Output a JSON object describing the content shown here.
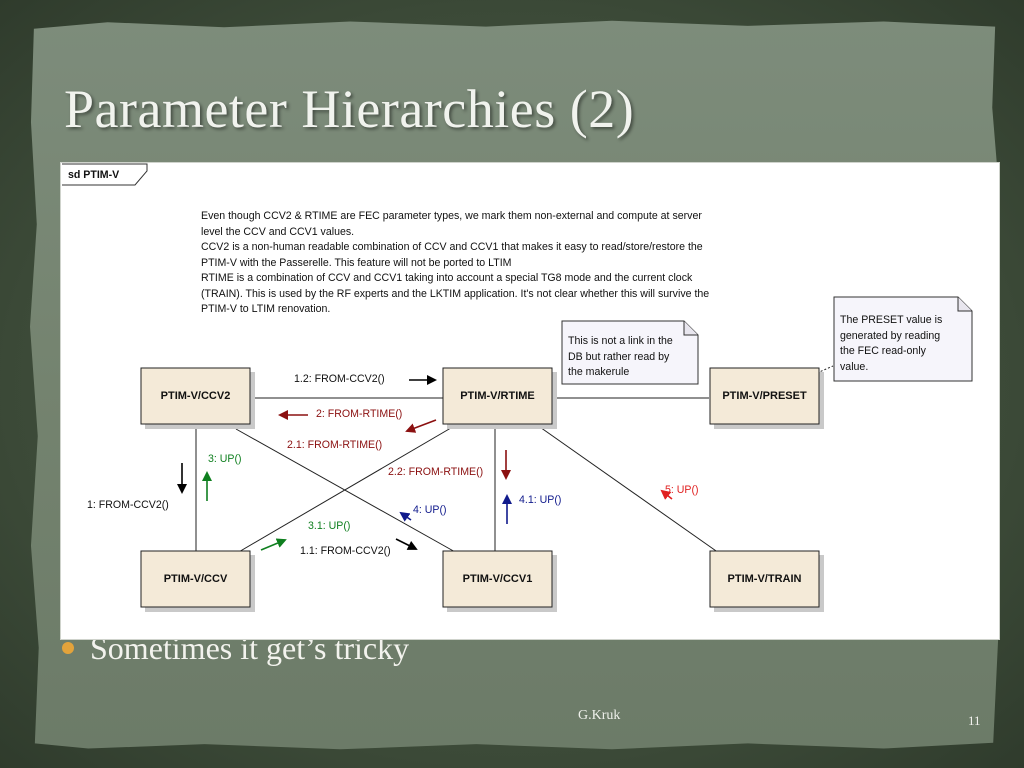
{
  "slide": {
    "title": "Parameter Hierarchies (2)",
    "bullet": "Sometimes it get’s tricky",
    "author": "G.Kruk",
    "page_number": "11"
  },
  "diagram": {
    "frame_label": "sd PTIM-V",
    "description_lines": [
      "Even though CCV2 & RTIME are FEC parameter types, we mark them non-external and compute at server",
      "level the CCV and CCV1 values.",
      "CCV2 is a non-human readable combination of CCV and CCV1 that makes it easy to read/store/restore the",
      "PTIM-V with the Passerelle. This feature will not be ported to LTIM",
      "RTIME is a combination of CCV and CCV1 taking into account a special TG8 mode and the current clock",
      "(TRAIN). This is used by the RF experts and the LKTIM application. It's not clear whether this will survive the",
      "PTIM-V to LTIM renovation."
    ],
    "notes": {
      "makerule": [
        "This is not a link in the",
        "DB but rather read by",
        "the makerule"
      ],
      "preset": [
        "The PRESET value is",
        "generated by reading",
        "the FEC read-only",
        "value."
      ]
    },
    "boxes": {
      "ccv2": "PTIM-V/CCV2",
      "rtime": "PTIM-V/RTIME",
      "preset": "PTIM-V/PRESET",
      "ccv": "PTIM-V/CCV",
      "ccv1": "PTIM-V/CCV1",
      "train": "PTIM-V/TRAIN"
    },
    "messages": {
      "m1_2": "1.2: FROM-CCV2()",
      "m2": "2: FROM-RTIME()",
      "m2_1": "2.1: FROM-RTIME()",
      "m2_2": "2.2: FROM-RTIME()",
      "m3": "3: UP()",
      "m1": "1: FROM-CCV2()",
      "m4": "4: UP()",
      "m4_1": "4.1: UP()",
      "m5": "5: UP()",
      "m3_1": "3.1: UP()",
      "m1_1": "1.1: FROM-CCV2()"
    },
    "colors": {
      "box_fill": "#f4ead8",
      "note_fill": "#f6f5fb",
      "black": "#000000",
      "dark_red": "#8b1010",
      "green": "#0f7f1f",
      "navy": "#101a8c",
      "red": "#e02020"
    }
  }
}
